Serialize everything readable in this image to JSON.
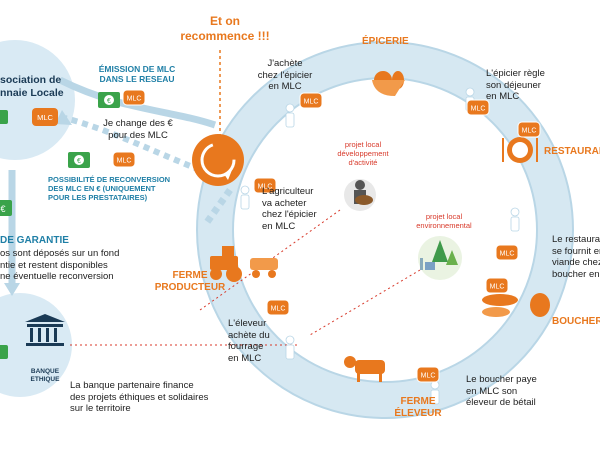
{
  "header": {
    "restart": "Et on\nrecommence !!!"
  },
  "association": {
    "name": "sociation de\nnnaie Locale"
  },
  "emission": {
    "title": "ÉMISSION DE MLC\nDANS LE RESEAU",
    "caption": "Je change des €\npour des MLC"
  },
  "reconversion": {
    "title": "POSSIBILITÉ DE RECONVERSION\nDES MLC EN € (UNIQUEMENT\nPOUR LES PRESTATAIRES)"
  },
  "guarantee": {
    "title": "DE GARANTIE",
    "text": "os sont déposés sur un fond\nntie et restent disponibles\nne éventuelle reconversion"
  },
  "bank": {
    "label": "BANQUE\nETHIQUE",
    "text": "La  banque partenaire finance\ndes projets éthiques et solidaires\nsur le territoire"
  },
  "stages": {
    "epicerie": {
      "title": "ÉPICERIE",
      "left_text": "J'achète\nchez l'épicier\nen MLC",
      "right_text": "L'épicier règle\nson déjeuner\nen MLC"
    },
    "restaurant": {
      "title": "RESTAURAN",
      "text": "Le restaurat\nse fournit er\nviande chez\nboucher en"
    },
    "boucher": {
      "title": "BOUCHER",
      "text": "Le boucher paye\nen MLC son\néleveur de bétail"
    },
    "eleveur": {
      "title": "FERME\nÉLEVEUR",
      "text": "L'éleveur\nachète du\nfourrage\nen MLC"
    },
    "producteur": {
      "title": "FERME\nPRODUCTEUR",
      "text": "L'agriculteur\nva acheter\nchez l'épicier\nen MLC"
    }
  },
  "projects": {
    "activite": "projet local\ndéveloppement\nd'activité",
    "environnement": "projet local\nenvironnemental"
  },
  "badges": {
    "mlc": "MLC",
    "euro": "€"
  },
  "colors": {
    "orange": "#e8781e",
    "ring": "#d6e8f2",
    "ring_dark": "#b9d6e6",
    "blue": "#1f7fa6",
    "bubble": "#d9eaf4",
    "red": "#d83a2b"
  }
}
